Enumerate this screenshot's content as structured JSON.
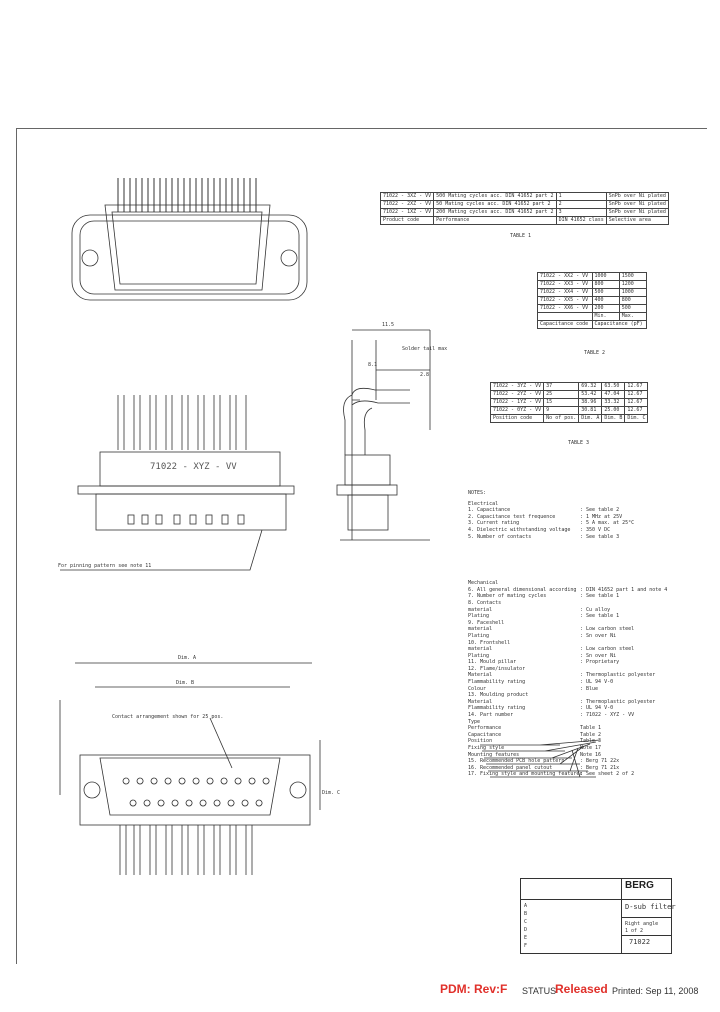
{
  "table1": {
    "rows": [
      [
        "71022 - 3XZ - VV",
        "500 Mating cycles acc. DIN 41652 part 2",
        "1",
        "SnPb over Ni plated"
      ],
      [
        "71022 - 2XZ - VV",
        "50 Mating cycles acc. DIN 41652 part 2",
        "2",
        "SnPb over Ni plated"
      ],
      [
        "71022 - 1XZ - VV",
        "200 Mating cycles acc. DIN 41652 part 2",
        "3",
        "SnPb over Ni plated"
      ]
    ],
    "header": [
      "Product code",
      "Performance",
      "DIN 41652 class",
      "Selective area"
    ],
    "caption": "TABLE 1"
  },
  "table2": {
    "rows": [
      [
        "71022 - XX2 - VV",
        "1000",
        "1500"
      ],
      [
        "71022 - XX3 - VV",
        "800",
        "1200"
      ],
      [
        "71022 - XX4 - VV",
        "500",
        "1000"
      ],
      [
        "71022 - XX5 - VV",
        "400",
        "800"
      ],
      [
        "71022 - XX6 - VV",
        "200",
        "500"
      ]
    ],
    "minmax": [
      "Min.",
      "Max."
    ],
    "header": [
      "Capacitance code",
      "Capacitance (pF)"
    ],
    "caption": "TABLE 2"
  },
  "table3": {
    "rows": [
      [
        "71022 - 3YZ - VV",
        "37",
        "69.32",
        "63.50",
        "12.67"
      ],
      [
        "71022 - 2YZ - VV",
        "25",
        "53.42",
        "47.04",
        "12.67"
      ],
      [
        "71022 - 1YZ - VV",
        "15",
        "38.96",
        "33.32",
        "12.67"
      ],
      [
        "71022 - 0YZ - VV",
        "9",
        "30.81",
        "25.00",
        "12.67"
      ]
    ],
    "header": [
      "Position code",
      "No of pos.",
      "Dim. A",
      "Dim. B",
      "Dim. C"
    ],
    "caption": "TABLE 3"
  },
  "drawing": {
    "part_label": "71022 - XYZ - VV",
    "pin_note": "For pinning pattern see note 11",
    "contact_note": "Contact arrangement shown for 25 pos.",
    "dim_a": "Dim. A",
    "dim_b": "Dim. B",
    "dim_c": "Dim. C",
    "side_dims": [
      "11.5",
      "8.1",
      "Solder tail max",
      "2.8"
    ]
  },
  "notes": {
    "title": "NOTES:",
    "electrical_head": "Electrical",
    "electrical": [
      [
        "1. Capacitance",
        ": See table 2"
      ],
      [
        "2. Capacitance test frequence",
        ": 1 MHz at 25V"
      ],
      [
        "3. Current rating",
        ": 5 A max. at 25°C"
      ],
      [
        "4. Dielectric withstanding voltage",
        ": 350 V DC"
      ],
      [
        "5. Number of contacts",
        ": See table 3"
      ]
    ],
    "mechanical_head": "Mechanical",
    "mechanical": [
      [
        "6. All general dimensional according",
        ": DIN 41652 part 1 and note 4"
      ],
      [
        "7. Number of mating cycles",
        ": See table 1"
      ],
      [
        "8. Contacts",
        ""
      ],
      [
        "   material",
        ": Cu alloy"
      ],
      [
        "   Plating",
        ": See table 1"
      ],
      [
        "9. Faceshell",
        ""
      ],
      [
        "   material",
        ": Low carbon steel"
      ],
      [
        "   Plating",
        ": Sn over Ni"
      ],
      [
        "10. Frontshell",
        ""
      ],
      [
        "   material",
        ": Low carbon steel"
      ],
      [
        "   Plating",
        ": Sn over Ni"
      ],
      [
        "11. Mould pillar",
        ": Proprietary"
      ],
      [
        "12. Flame/insulator",
        ""
      ],
      [
        "   Material",
        ": Thermoplastic polyester"
      ],
      [
        "   Flammability rating",
        ": UL 94 V-0"
      ],
      [
        "   Colour",
        ": Blue"
      ],
      [
        "13. Moulding product",
        ""
      ],
      [
        "   Material",
        ": Thermoplastic polyester"
      ],
      [
        "   Flammability rating",
        ": UL 94 V-0"
      ],
      [
        "14. Part number",
        ": 71022 - XYZ - VV"
      ],
      [
        "   Type",
        ""
      ],
      [
        "   Performance",
        "Table 1"
      ],
      [
        "   Capacitance",
        "Table 2"
      ],
      [
        "   Position",
        "Table 3"
      ],
      [
        "   Fixing style",
        "Note 17"
      ],
      [
        "   Mounting features",
        "Note 16"
      ],
      [
        "15. Recommended PCB hole pattern",
        ": Berg 71 22x"
      ],
      [
        "16. Recommended panel cutout",
        ": Berg 71 21x"
      ],
      [
        "17. Fixing style and mounting features",
        ": See sheet 2 of 2"
      ]
    ]
  },
  "title_block": {
    "brand": "BERG",
    "title": "D-sub filter",
    "subtitle": "Right angle",
    "sheet": "1 of 2",
    "number": "71022",
    "small_rows": [
      "A",
      "B",
      "C",
      "D",
      "E",
      "F"
    ]
  },
  "footer": {
    "pdm": "PDM: Rev:F",
    "status_label": "STATUS",
    "status_value": "Released",
    "printed": "Printed: Sep 11, 2008"
  }
}
